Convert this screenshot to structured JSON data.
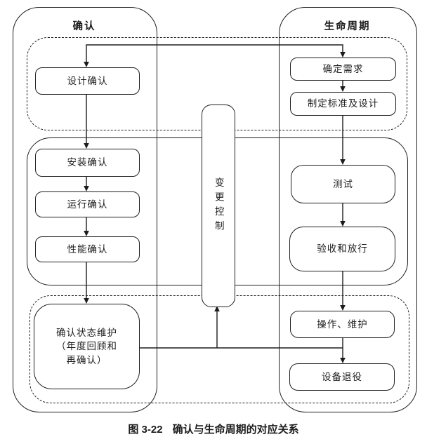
{
  "figure": {
    "left_column_title": "确认",
    "right_column_title": "生命周期",
    "change_control_label": "变更控制",
    "left_flow": [
      "设计确认",
      "安装确认",
      "运行确认",
      "性能确认"
    ],
    "maintenance_box": {
      "line1": "确认状态维护",
      "line2": "（年度回顾和",
      "line3": "再确认）"
    },
    "right_flow": [
      "确定需求",
      "制定标准及设计",
      "测试",
      "验收和放行",
      "操作、维护",
      "设备退役"
    ],
    "caption": {
      "number": "图 3-22",
      "title": "确认与生命周期的对应关系"
    }
  },
  "colors": {
    "line": "#1c1c1c",
    "background": "#ffffff"
  }
}
